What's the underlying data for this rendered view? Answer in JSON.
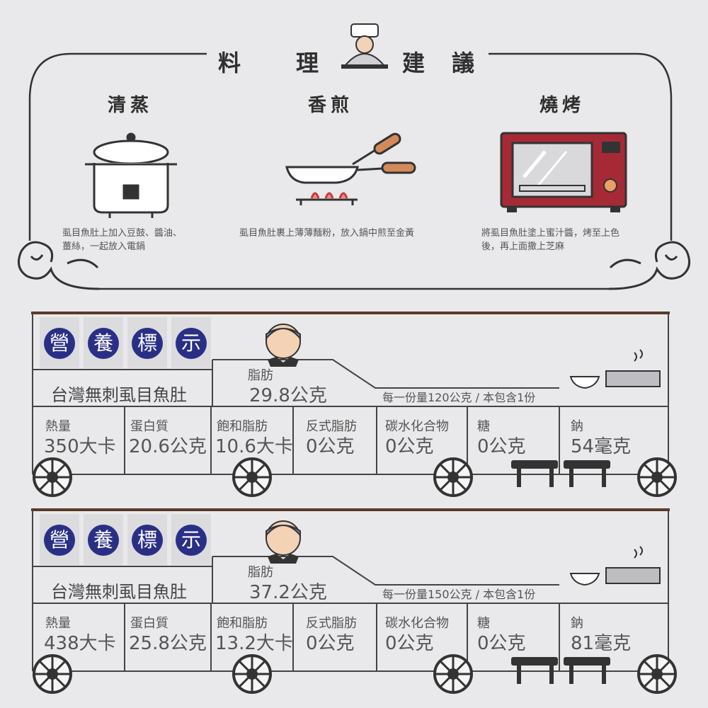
{
  "header": {
    "title_chars": [
      "料",
      "理",
      "建",
      "議"
    ]
  },
  "methods": [
    {
      "name": "清蒸",
      "icon": "rice-cooker-icon",
      "desc_lines": [
        "虱目魚肚上加入豆鼓、醬油、",
        "薑絲，一起放入電鍋"
      ]
    },
    {
      "name": "香煎",
      "icon": "frying-pan-icon",
      "desc_lines": [
        "虱目魚肚裹上薄薄麵粉，放入鍋中煎至金黃"
      ]
    },
    {
      "name": "燒烤",
      "icon": "oven-icon",
      "desc_lines": [
        "將虱目魚肚塗上蜜汁醬，烤至上色",
        "後，再上面撒上芝麻"
      ]
    }
  ],
  "nutrition_tags": [
    "營",
    "養",
    "標",
    "示"
  ],
  "panels": [
    {
      "product": "台灣無刺虱目魚肚",
      "fat_label": "脂肪",
      "fat_value": "29.8公克",
      "serving": "每一份量120公克 / 本包含1份",
      "items": [
        {
          "label": "熱量",
          "value": "350大卡"
        },
        {
          "label": "蛋白質",
          "value": "20.6公克"
        },
        {
          "label": "飽和脂肪",
          "value": "10.6大卡"
        },
        {
          "label": "反式脂肪",
          "value": "0公克"
        },
        {
          "label": "碳水化合物",
          "value": "0公克"
        },
        {
          "label": "糖",
          "value": "0公克"
        },
        {
          "label": "鈉",
          "value": "54毫克"
        }
      ]
    },
    {
      "product": "台灣無刺虱目魚肚",
      "fat_label": "脂肪",
      "fat_value": "37.2公克",
      "serving": "每一份量150公克 / 本包含1份",
      "items": [
        {
          "label": "熱量",
          "value": "438大卡"
        },
        {
          "label": "蛋白質",
          "value": "25.8公克"
        },
        {
          "label": "飽和脂肪",
          "value": "13.2大卡"
        },
        {
          "label": "反式脂肪",
          "value": "0公克"
        },
        {
          "label": "碳水化合物",
          "value": "0公克"
        },
        {
          "label": "糖",
          "value": "0公克"
        },
        {
          "label": "鈉",
          "value": "81毫克"
        }
      ]
    }
  ],
  "colors": {
    "accent_blue": "#2a2f86",
    "rail_brown": "#5a3a2a",
    "oven_red": "#a52a35",
    "line_dark": "#333333"
  }
}
